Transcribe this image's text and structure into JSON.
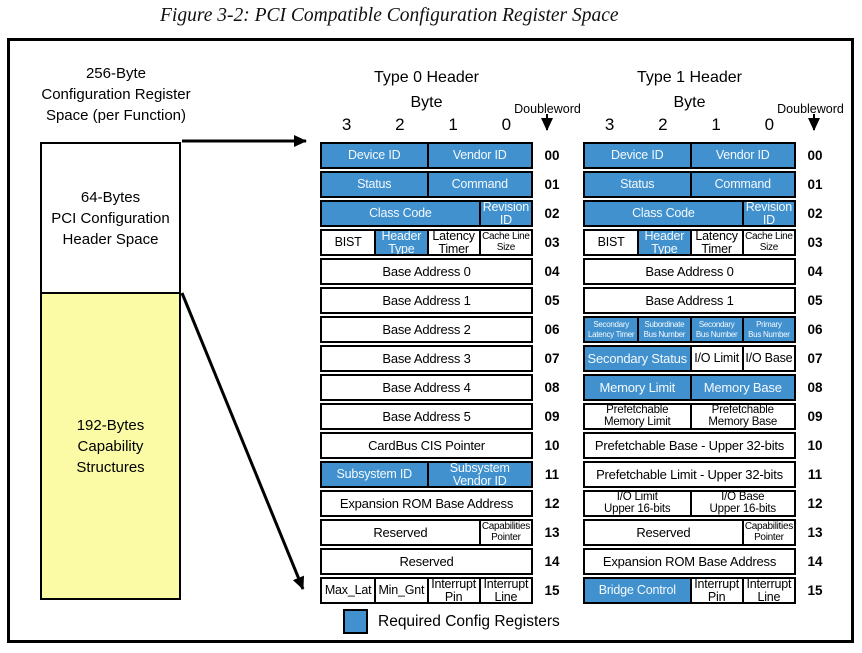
{
  "title": "Figure 3-2: PCI Compatible Configuration Register Space",
  "colors": {
    "required_blue": "#4191CF",
    "capability_yellow": "#FBFBA6"
  },
  "left_panel": {
    "heading": "256-Byte\nConfiguration Register\nSpace (per Function)",
    "header_space_label": "64-Bytes\nPCI Configuration\nHeader Space",
    "capability_label": "192-Bytes\nCapability\nStructures"
  },
  "legend": {
    "label": "Required Config Registers"
  },
  "tables": [
    {
      "title": "Type 0 Header",
      "byte_label": "Byte",
      "byte_numbers": [
        "3",
        "2",
        "1",
        "0"
      ],
      "doubleword_label": "Doubleword",
      "rows": [
        {
          "dw": "00",
          "cells": [
            {
              "label": "Device ID",
              "span": 2,
              "req": true,
              "size": "s2"
            },
            {
              "label": "Vendor ID",
              "span": 2,
              "req": true,
              "size": "s2"
            }
          ]
        },
        {
          "dw": "01",
          "cells": [
            {
              "label": "Status",
              "span": 2,
              "req": true,
              "size": "s2"
            },
            {
              "label": "Command",
              "span": 2,
              "req": true,
              "size": "s2"
            }
          ]
        },
        {
          "dw": "02",
          "cells": [
            {
              "label": "Class Code",
              "span": 3,
              "req": true,
              "size": "s2"
            },
            {
              "label": "Revision\nID",
              "span": 1,
              "req": true,
              "size": "s2"
            }
          ]
        },
        {
          "dw": "03",
          "cells": [
            {
              "label": "BIST",
              "span": 1,
              "size": "s2"
            },
            {
              "label": "Header\nType",
              "span": 1,
              "req": true,
              "size": "s2"
            },
            {
              "label": "Latency\nTimer",
              "span": 1,
              "size": "s2"
            },
            {
              "label": "Cache Line\nSize",
              "span": 1,
              "size": "s3"
            }
          ]
        },
        {
          "dw": "04",
          "cells": [
            {
              "label": "Base Address 0",
              "span": 4,
              "size": "s1"
            }
          ]
        },
        {
          "dw": "05",
          "cells": [
            {
              "label": "Base Address 1",
              "span": 4,
              "size": "s1"
            }
          ]
        },
        {
          "dw": "06",
          "cells": [
            {
              "label": "Base Address 2",
              "span": 4,
              "size": "s1"
            }
          ]
        },
        {
          "dw": "07",
          "cells": [
            {
              "label": "Base Address 3",
              "span": 4,
              "size": "s1"
            }
          ]
        },
        {
          "dw": "08",
          "cells": [
            {
              "label": "Base Address 4",
              "span": 4,
              "size": "s1"
            }
          ]
        },
        {
          "dw": "09",
          "cells": [
            {
              "label": "Base Address 5",
              "span": 4,
              "size": "s1"
            }
          ]
        },
        {
          "dw": "10",
          "cells": [
            {
              "label": "CardBus CIS Pointer",
              "span": 4,
              "size": "s1"
            }
          ]
        },
        {
          "dw": "11",
          "cells": [
            {
              "label": "Subsystem ID",
              "span": 2,
              "req": true,
              "size": "s2"
            },
            {
              "label": "Subsystem\nVendor ID",
              "span": 2,
              "req": true,
              "size": "s2"
            }
          ]
        },
        {
          "dw": "12",
          "cells": [
            {
              "label": "Expansion ROM Base Address",
              "span": 4,
              "size": "s1"
            }
          ]
        },
        {
          "dw": "13",
          "cells": [
            {
              "label": "Reserved",
              "span": 3,
              "size": "s1"
            },
            {
              "label": "Capabilities\nPointer",
              "span": 1,
              "size": "s3"
            }
          ]
        },
        {
          "dw": "14",
          "cells": [
            {
              "label": "Reserved",
              "span": 4,
              "size": "s1"
            }
          ]
        },
        {
          "dw": "15",
          "cells": [
            {
              "label": "Max_Lat",
              "span": 1,
              "size": "s2"
            },
            {
              "label": "Min_Gnt",
              "span": 1,
              "size": "s2"
            },
            {
              "label": "Interrupt\nPin",
              "span": 1,
              "size": "s2"
            },
            {
              "label": "Interrupt\nLine",
              "span": 1,
              "size": "s2"
            }
          ]
        }
      ]
    },
    {
      "title": "Type 1 Header",
      "byte_label": "Byte",
      "byte_numbers": [
        "3",
        "2",
        "1",
        "0"
      ],
      "doubleword_label": "Doubleword",
      "rows": [
        {
          "dw": "00",
          "cells": [
            {
              "label": "Device ID",
              "span": 2,
              "req": true,
              "size": "s2"
            },
            {
              "label": "Vendor ID",
              "span": 2,
              "req": true,
              "size": "s2"
            }
          ]
        },
        {
          "dw": "01",
          "cells": [
            {
              "label": "Status",
              "span": 2,
              "req": true,
              "size": "s2"
            },
            {
              "label": "Command",
              "span": 2,
              "req": true,
              "size": "s2"
            }
          ]
        },
        {
          "dw": "02",
          "cells": [
            {
              "label": "Class Code",
              "span": 3,
              "req": true,
              "size": "s2"
            },
            {
              "label": "Revision\nID",
              "span": 1,
              "req": true,
              "size": "s2"
            }
          ]
        },
        {
          "dw": "03",
          "cells": [
            {
              "label": "BIST",
              "span": 1,
              "size": "s2"
            },
            {
              "label": "Header\nType",
              "span": 1,
              "req": true,
              "size": "s2"
            },
            {
              "label": "Latency\nTimer",
              "span": 1,
              "size": "s2"
            },
            {
              "label": "Cache Line\nSize",
              "span": 1,
              "size": "s3"
            }
          ]
        },
        {
          "dw": "04",
          "cells": [
            {
              "label": "Base Address 0",
              "span": 4,
              "size": "s1"
            }
          ]
        },
        {
          "dw": "05",
          "cells": [
            {
              "label": "Base Address 1",
              "span": 4,
              "size": "s1"
            }
          ]
        },
        {
          "dw": "06",
          "cells": [
            {
              "label": "Secondary\nLatency Timer",
              "span": 1,
              "req": true,
              "size": "s4"
            },
            {
              "label": "Subordinate\nBus Number",
              "span": 1,
              "req": true,
              "size": "s4"
            },
            {
              "label": "Secondary\nBus Number",
              "span": 1,
              "req": true,
              "size": "s4"
            },
            {
              "label": "Primary\nBus Number",
              "span": 1,
              "req": true,
              "size": "s4"
            }
          ]
        },
        {
          "dw": "07",
          "cells": [
            {
              "label": "Secondary Status",
              "span": 2,
              "req": true,
              "size": "s1"
            },
            {
              "label": "I/O Limit",
              "span": 1,
              "size": "s2"
            },
            {
              "label": "I/O Base",
              "span": 1,
              "size": "s2"
            }
          ]
        },
        {
          "dw": "08",
          "cells": [
            {
              "label": "Memory Limit",
              "span": 2,
              "req": true,
              "size": "s1"
            },
            {
              "label": "Memory Base",
              "span": 2,
              "req": true,
              "size": "s1"
            }
          ]
        },
        {
          "dw": "09",
          "cells": [
            {
              "label": "Prefetchable\nMemory Limit",
              "span": 2,
              "size": "s5"
            },
            {
              "label": "Prefetchable\nMemory Base",
              "span": 2,
              "size": "s5"
            }
          ]
        },
        {
          "dw": "10",
          "cells": [
            {
              "label": "Prefetchable Base - Upper 32-bits",
              "span": 4,
              "size": "s1"
            }
          ]
        },
        {
          "dw": "11",
          "cells": [
            {
              "label": "Prefetchable Limit - Upper 32-bits",
              "span": 4,
              "size": "s1"
            }
          ]
        },
        {
          "dw": "12",
          "cells": [
            {
              "label": "I/O Limit\nUpper 16-bits",
              "span": 2,
              "size": "s5"
            },
            {
              "label": "I/O Base\nUpper 16-bits",
              "span": 2,
              "size": "s5"
            }
          ]
        },
        {
          "dw": "13",
          "cells": [
            {
              "label": "Reserved",
              "span": 3,
              "size": "s1"
            },
            {
              "label": "Capabilities\nPointer",
              "span": 1,
              "size": "s3"
            }
          ]
        },
        {
          "dw": "14",
          "cells": [
            {
              "label": "Expansion ROM Base Address",
              "span": 4,
              "size": "s1"
            }
          ]
        },
        {
          "dw": "15",
          "cells": [
            {
              "label": "Bridge Control",
              "span": 2,
              "req": true,
              "size": "s2"
            },
            {
              "label": "Interrupt\nPin",
              "span": 1,
              "size": "s2"
            },
            {
              "label": "Interrupt\nLine",
              "span": 1,
              "size": "s2"
            }
          ]
        }
      ]
    }
  ]
}
